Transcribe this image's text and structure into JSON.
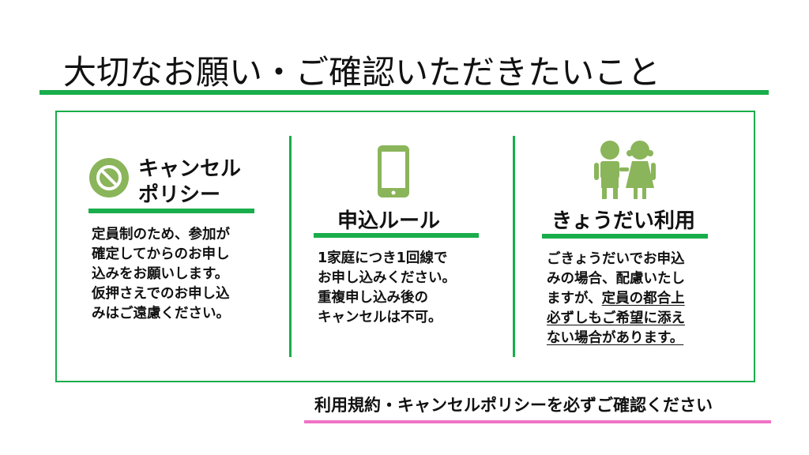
{
  "title": "大切なお願い・ご確認いただきたいこと",
  "colors": {
    "green": "#19ad4b",
    "icon_green": "#8ab55a",
    "pink": "#ef73c4"
  },
  "sections": [
    {
      "icon": "no-entry-icon",
      "heading_lines": [
        "キャンセル",
        "ポリシー"
      ],
      "body_lines": [
        "定員制のため、参加が",
        "確定してからのお申し",
        "込みをお願いします。",
        "仮押さえでのお申し込",
        "みはご遠慮ください。"
      ]
    },
    {
      "icon": "smartphone-icon",
      "heading": "申込ルール",
      "body_lines": [
        "1家庭につき1回線で",
        "お申し込みください。",
        "重複申し込み後の",
        "キャンセルは不可。"
      ]
    },
    {
      "icon": "children-icon",
      "heading": "きょうだい利用",
      "body_lines": [
        "ごきょうだいでお申込",
        "みの場合、配慮いたし",
        "ますが、"
      ],
      "underlined_lines": [
        "定員の都合上",
        "必ずしもご希望に添え",
        "ない場合があります。"
      ]
    }
  ],
  "footer": "利用規約・キャンセルポリシーを必ずご確認ください"
}
